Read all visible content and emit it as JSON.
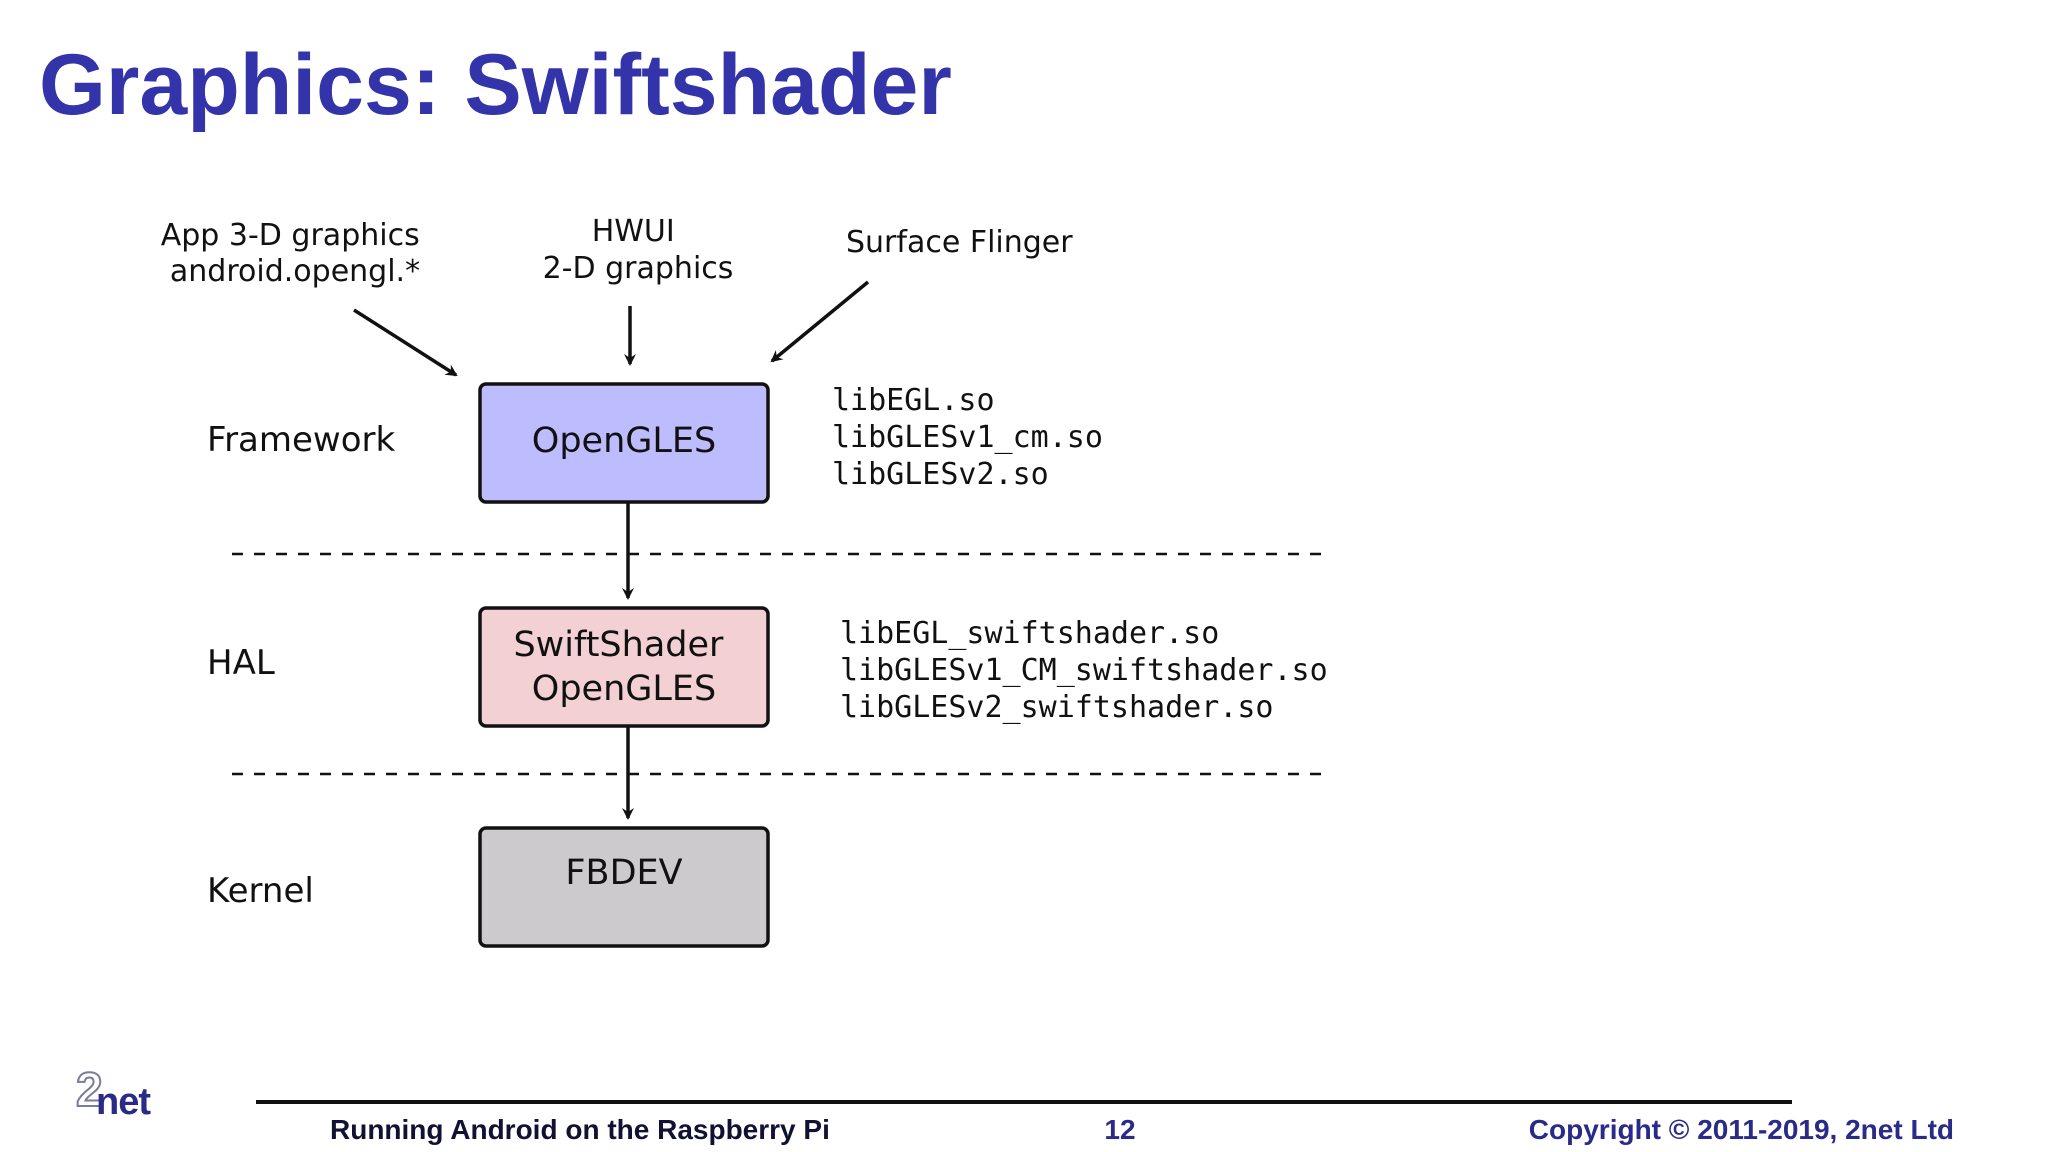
{
  "slide": {
    "title": "Graphics: Swiftshader"
  },
  "diagram": {
    "sources": [
      {
        "line1": "App 3-D graphics",
        "line2": "android.opengl.*"
      },
      {
        "line1": "HWUI",
        "line2": "2-D graphics"
      },
      {
        "line1": "Surface Flinger",
        "line2": ""
      }
    ],
    "layers": [
      {
        "label": "Framework"
      },
      {
        "label": "HAL"
      },
      {
        "label": "Kernel"
      }
    ],
    "boxes": [
      {
        "line1": "OpenGLES",
        "line2": "",
        "fill": "#bcbcff"
      },
      {
        "line1": "SwiftShader",
        "line2": "OpenGLES",
        "fill": "#f2d0d4"
      },
      {
        "line1": "FBDEV",
        "line2": "",
        "fill": "#cdcacd"
      }
    ],
    "libraries": [
      [
        "libEGL.so",
        "libGLESv1_cm.so",
        "libGLESv2.so"
      ],
      [
        "libEGL_swiftshader.so",
        "libGLESv1_CM_swiftshader.so",
        "libGLESv2_swiftshader.so"
      ]
    ]
  },
  "footer": {
    "left": "Running Android on the Raspberry Pi",
    "page": "12",
    "right": "Copyright © 2011-2019, 2net Ltd"
  },
  "logo": {
    "text_two": "2",
    "text_net": "net"
  },
  "colors": {
    "title": "#3333aa",
    "footer_accent": "#2a2a88"
  }
}
